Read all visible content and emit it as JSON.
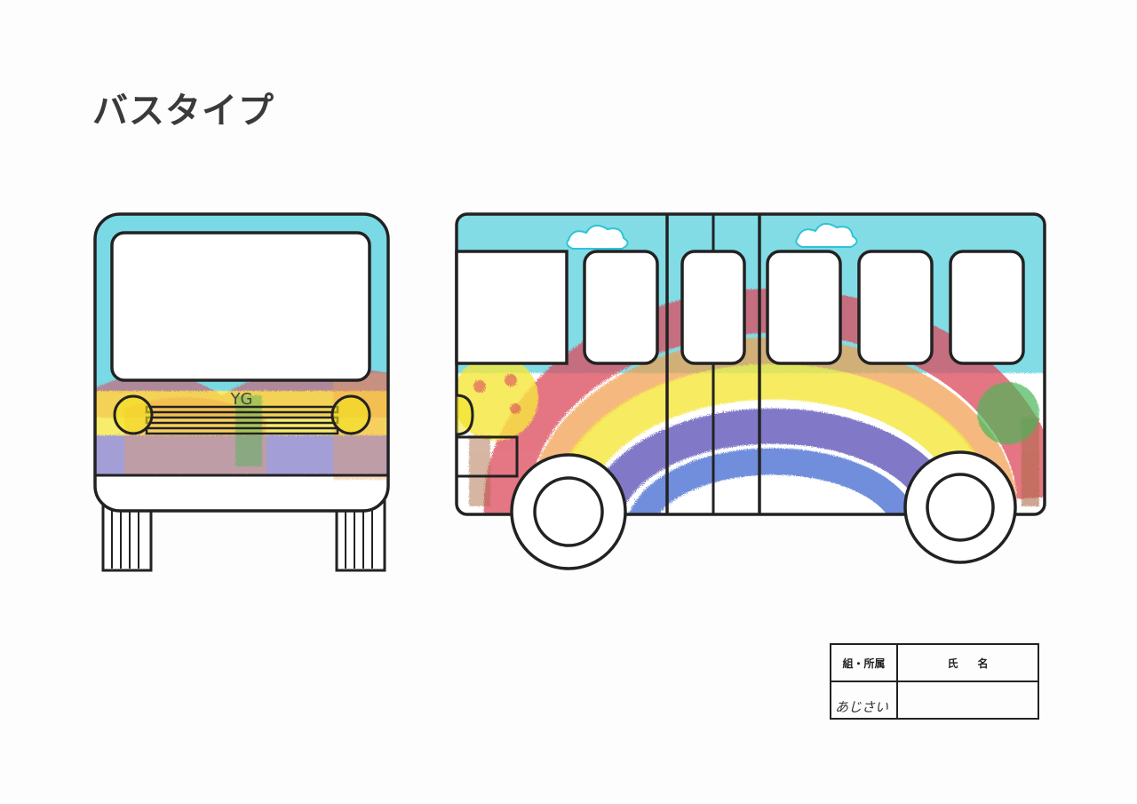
{
  "title": "バスタイプ",
  "bus_front": {
    "emblem_text": "YG"
  },
  "form": {
    "group_label": "組・所属",
    "name_label": "氏名",
    "group_value": "あじさい",
    "name_value": ""
  },
  "colors": {
    "outline": "#222222",
    "crayon_blue": "#2ec4d6",
    "crayon_red": "#d6283e",
    "crayon_orange": "#f08a2a",
    "crayon_yellow": "#f4e21c",
    "crayon_indigo": "#3a2ea8",
    "crayon_navy": "#1f4fc9",
    "crayon_green": "#2aa83a",
    "crayon_brown": "#a0522d"
  }
}
